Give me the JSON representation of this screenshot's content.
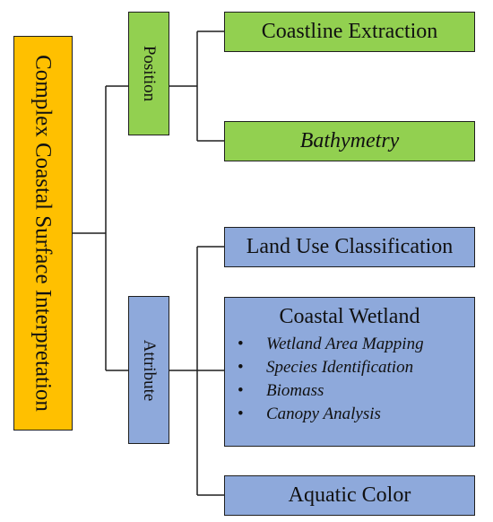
{
  "root": {
    "label": "Complex Coastal Surface Interpretation"
  },
  "branches": {
    "position": {
      "label": "Position",
      "children": [
        "Coastline Extraction",
        "Bathymetry"
      ]
    },
    "attribute": {
      "label": "Attribute",
      "children": {
        "land_use": "Land Use Classification",
        "wetland": {
          "title": "Coastal Wetland",
          "bullet": "•",
          "items": [
            "Wetland Area Mapping",
            "Species Identification",
            "Biomass",
            "Canopy Analysis"
          ]
        },
        "aquatic": "Aquatic Color"
      }
    }
  },
  "colors": {
    "root": "#ffc000",
    "position": "#92d050",
    "attribute": "#8ea9db"
  }
}
